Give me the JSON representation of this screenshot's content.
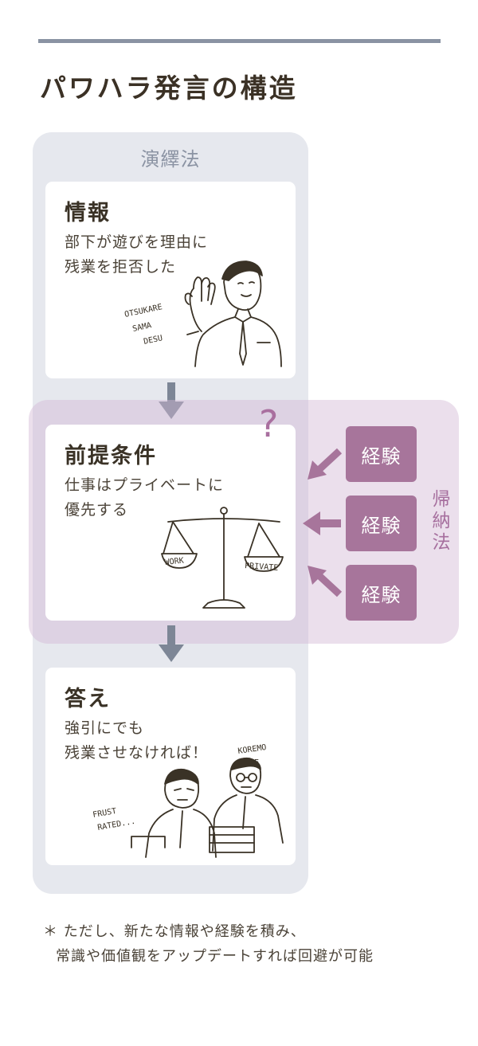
{
  "title": "パワハラ発言の構造",
  "deductive": {
    "label": "演繹法",
    "info": {
      "heading": "情報",
      "lines": [
        "部下が遊びを理由に",
        "残業を拒否した"
      ]
    },
    "premise": {
      "heading": "前提条件",
      "lines": [
        "仕事はプライベートに",
        "優先する"
      ]
    },
    "answer": {
      "heading": "答え",
      "lines": [
        "強引にでも",
        "残業させなければ！"
      ]
    }
  },
  "inductive": {
    "label_chars": [
      "帰",
      "納",
      "法"
    ],
    "experiences": [
      "経験",
      "経験",
      "経験"
    ],
    "question_mark": "?"
  },
  "illustrations": {
    "info_caption": [
      "OTSUKARE",
      "SAMA",
      "DESU"
    ],
    "scale_left": "WORK",
    "scale_right": "PRIVATE",
    "answer_left": [
      "FRUST",
      "RATED..."
    ],
    "answer_right": [
      "KOREMO",
      "NE"
    ]
  },
  "footnote": {
    "lines": [
      "＊ ただし、新たな情報や経験を積み、",
      "常識や価値観をアップデートすれば回避が可能"
    ]
  },
  "colors": {
    "deductive_panel": "#e6e8ee",
    "deductive_accent": "#8b93a3",
    "inductive_panel": "#d2b9d4",
    "inductive_accent": "#a7759b",
    "text": "#3a3226"
  }
}
